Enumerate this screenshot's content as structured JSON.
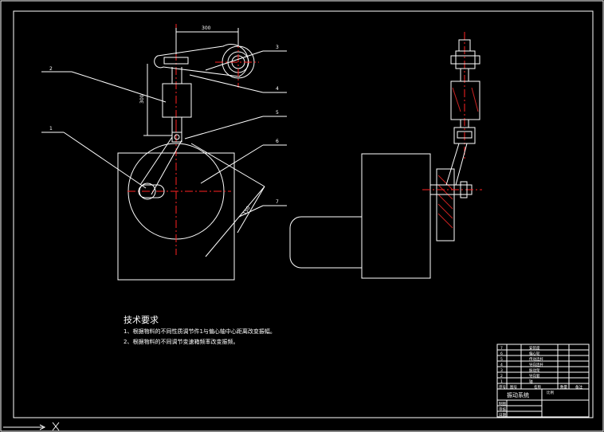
{
  "drawing": {
    "dimensions": {
      "top": "300",
      "vertical": "300",
      "diagonal": "150"
    },
    "callouts": [
      "1",
      "2",
      "3",
      "4",
      "5",
      "6",
      "7"
    ],
    "tech_title": "技术要求",
    "tech_notes": [
      "1、根据物料的不同性质调节件1与偏心轴中心距离改变振幅。",
      "2、根据物料的不同调节变速箱频率改变振频。"
    ]
  },
  "title_block": {
    "name": "振动系统",
    "bom_rows": [
      {
        "no": "7",
        "desc": "安装座"
      },
      {
        "no": "6",
        "desc": "偏心轮"
      },
      {
        "no": "5",
        "desc": "传动连杆"
      },
      {
        "no": "4",
        "desc": "导向连杆"
      },
      {
        "no": "3",
        "desc": "振动架"
      },
      {
        "no": "2",
        "desc": "导向套"
      },
      {
        "no": "1",
        "desc": "轴"
      }
    ],
    "header": [
      "序号",
      "图号",
      "名称",
      "数量",
      "备注"
    ],
    "scale_label": "比例",
    "sign_labels": [
      "制图",
      "审核",
      "日期"
    ]
  },
  "colors": {
    "line": "#ffffff",
    "center": "#ff2222",
    "hatch": "#cc2222",
    "dim": "#ffff00"
  }
}
